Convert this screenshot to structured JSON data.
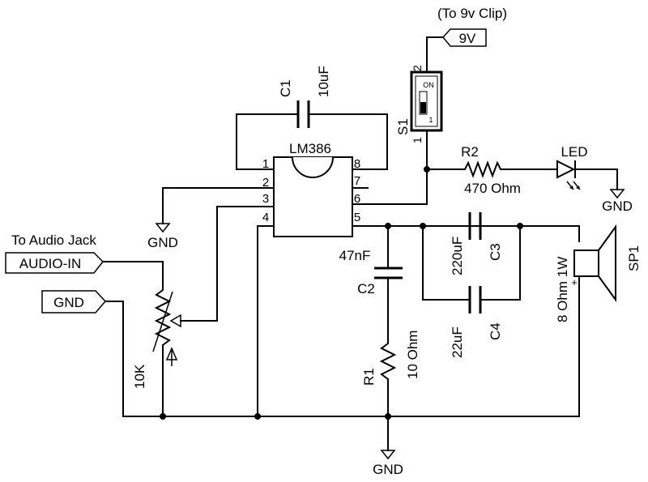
{
  "supply": {
    "caption": "(To 9v Clip)",
    "label": "9V"
  },
  "switch": {
    "ref": "S1",
    "pin_top": "2",
    "pin_bottom": "1",
    "on_text": "ON",
    "num_text": "1"
  },
  "ic": {
    "name": "LM386",
    "pins": [
      "1",
      "2",
      "3",
      "4",
      "5",
      "6",
      "7",
      "8"
    ]
  },
  "c1": {
    "ref": "C1",
    "value": "10uF"
  },
  "c2": {
    "ref": "C2",
    "value": "47nF"
  },
  "c3": {
    "ref": "C3",
    "value": "220uF"
  },
  "c4": {
    "ref": "C4",
    "value": "22uF"
  },
  "r1": {
    "ref": "R1",
    "value": "10 Ohm"
  },
  "r2": {
    "ref": "R2",
    "value": "470 Ohm"
  },
  "led": {
    "label": "LED"
  },
  "speaker": {
    "ref": "SP1",
    "value": "8 Ohm 1W",
    "plus": "+"
  },
  "pot": {
    "value": "10K"
  },
  "input": {
    "caption": "To Audio Jack",
    "audio_label": "AUDIO-IN",
    "gnd_label": "GND"
  },
  "gnd_text": "GND",
  "colors": {
    "ink": "#000000",
    "background": "#ffffff"
  }
}
